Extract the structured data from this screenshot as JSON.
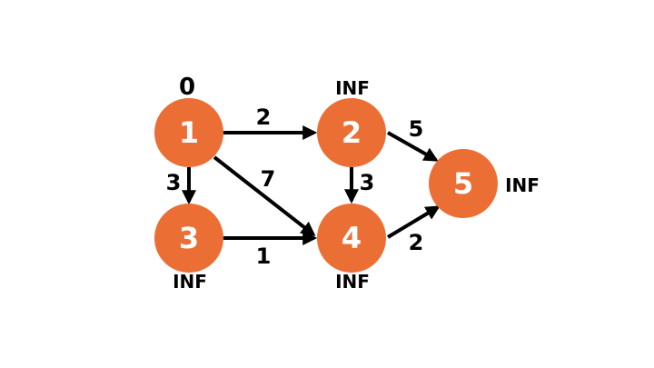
{
  "colors": {
    "node_fill": "#EB6F35",
    "node_text": "#FFFFFF",
    "edge": "#000000",
    "background": "#FFFFFF"
  },
  "nodes": [
    {
      "id": "1",
      "label": "1",
      "distance": "0"
    },
    {
      "id": "2",
      "label": "2",
      "distance": "INF"
    },
    {
      "id": "3",
      "label": "3",
      "distance": "INF"
    },
    {
      "id": "4",
      "label": "4",
      "distance": "INF"
    },
    {
      "id": "5",
      "label": "5",
      "distance": "INF"
    }
  ],
  "edges": [
    {
      "from": "1",
      "to": "2",
      "weight": "2"
    },
    {
      "from": "1",
      "to": "3",
      "weight": "3"
    },
    {
      "from": "1",
      "to": "4",
      "weight": "7"
    },
    {
      "from": "3",
      "to": "4",
      "weight": "1"
    },
    {
      "from": "2",
      "to": "4",
      "weight": "3"
    },
    {
      "from": "2",
      "to": "5",
      "weight": "5"
    },
    {
      "from": "4",
      "to": "5",
      "weight": "2"
    }
  ]
}
